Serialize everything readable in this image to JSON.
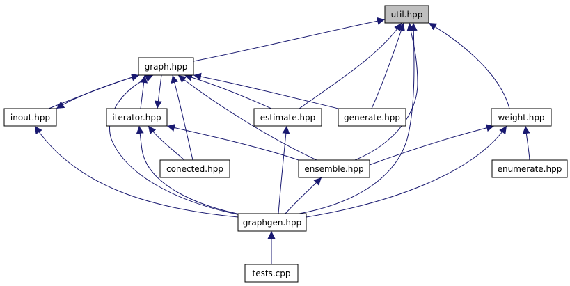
{
  "colors": {
    "edge": "#191970",
    "node_fill": "#ffffff",
    "highlight_fill": "#bfbfbf",
    "border": "#000000"
  },
  "nodes": {
    "util": {
      "label": "util.hpp",
      "highlighted": true
    },
    "graph": {
      "label": "graph.hpp"
    },
    "inout": {
      "label": "inout.hpp"
    },
    "iterator": {
      "label": "iterator.hpp"
    },
    "estimate": {
      "label": "estimate.hpp"
    },
    "generate": {
      "label": "generate.hpp"
    },
    "weight": {
      "label": "weight.hpp"
    },
    "conected": {
      "label": "conected.hpp"
    },
    "ensemble": {
      "label": "ensemble.hpp"
    },
    "enumerate": {
      "label": "enumerate.hpp"
    },
    "graphgen": {
      "label": "graphgen.hpp"
    },
    "tests": {
      "label": "tests.cpp"
    }
  },
  "edges": [
    {
      "from": "graph",
      "to": "util"
    },
    {
      "from": "estimate",
      "to": "util"
    },
    {
      "from": "generate",
      "to": "util"
    },
    {
      "from": "ensemble",
      "to": "util"
    },
    {
      "from": "graphgen",
      "to": "util"
    },
    {
      "from": "weight",
      "to": "util"
    },
    {
      "from": "inout",
      "to": "graph"
    },
    {
      "from": "graph",
      "to": "inout"
    },
    {
      "from": "iterator",
      "to": "graph"
    },
    {
      "from": "graph",
      "to": "iterator"
    },
    {
      "from": "conected",
      "to": "graph"
    },
    {
      "from": "estimate",
      "to": "graph"
    },
    {
      "from": "generate",
      "to": "graph"
    },
    {
      "from": "ensemble",
      "to": "graph"
    },
    {
      "from": "graphgen",
      "to": "graph"
    },
    {
      "from": "conected",
      "to": "iterator"
    },
    {
      "from": "ensemble",
      "to": "iterator"
    },
    {
      "from": "graphgen",
      "to": "iterator"
    },
    {
      "from": "ensemble",
      "to": "weight"
    },
    {
      "from": "enumerate",
      "to": "weight"
    },
    {
      "from": "graphgen",
      "to": "weight"
    },
    {
      "from": "graphgen",
      "to": "inout"
    },
    {
      "from": "graphgen",
      "to": "estimate"
    },
    {
      "from": "graphgen",
      "to": "ensemble"
    },
    {
      "from": "tests",
      "to": "graphgen"
    }
  ]
}
